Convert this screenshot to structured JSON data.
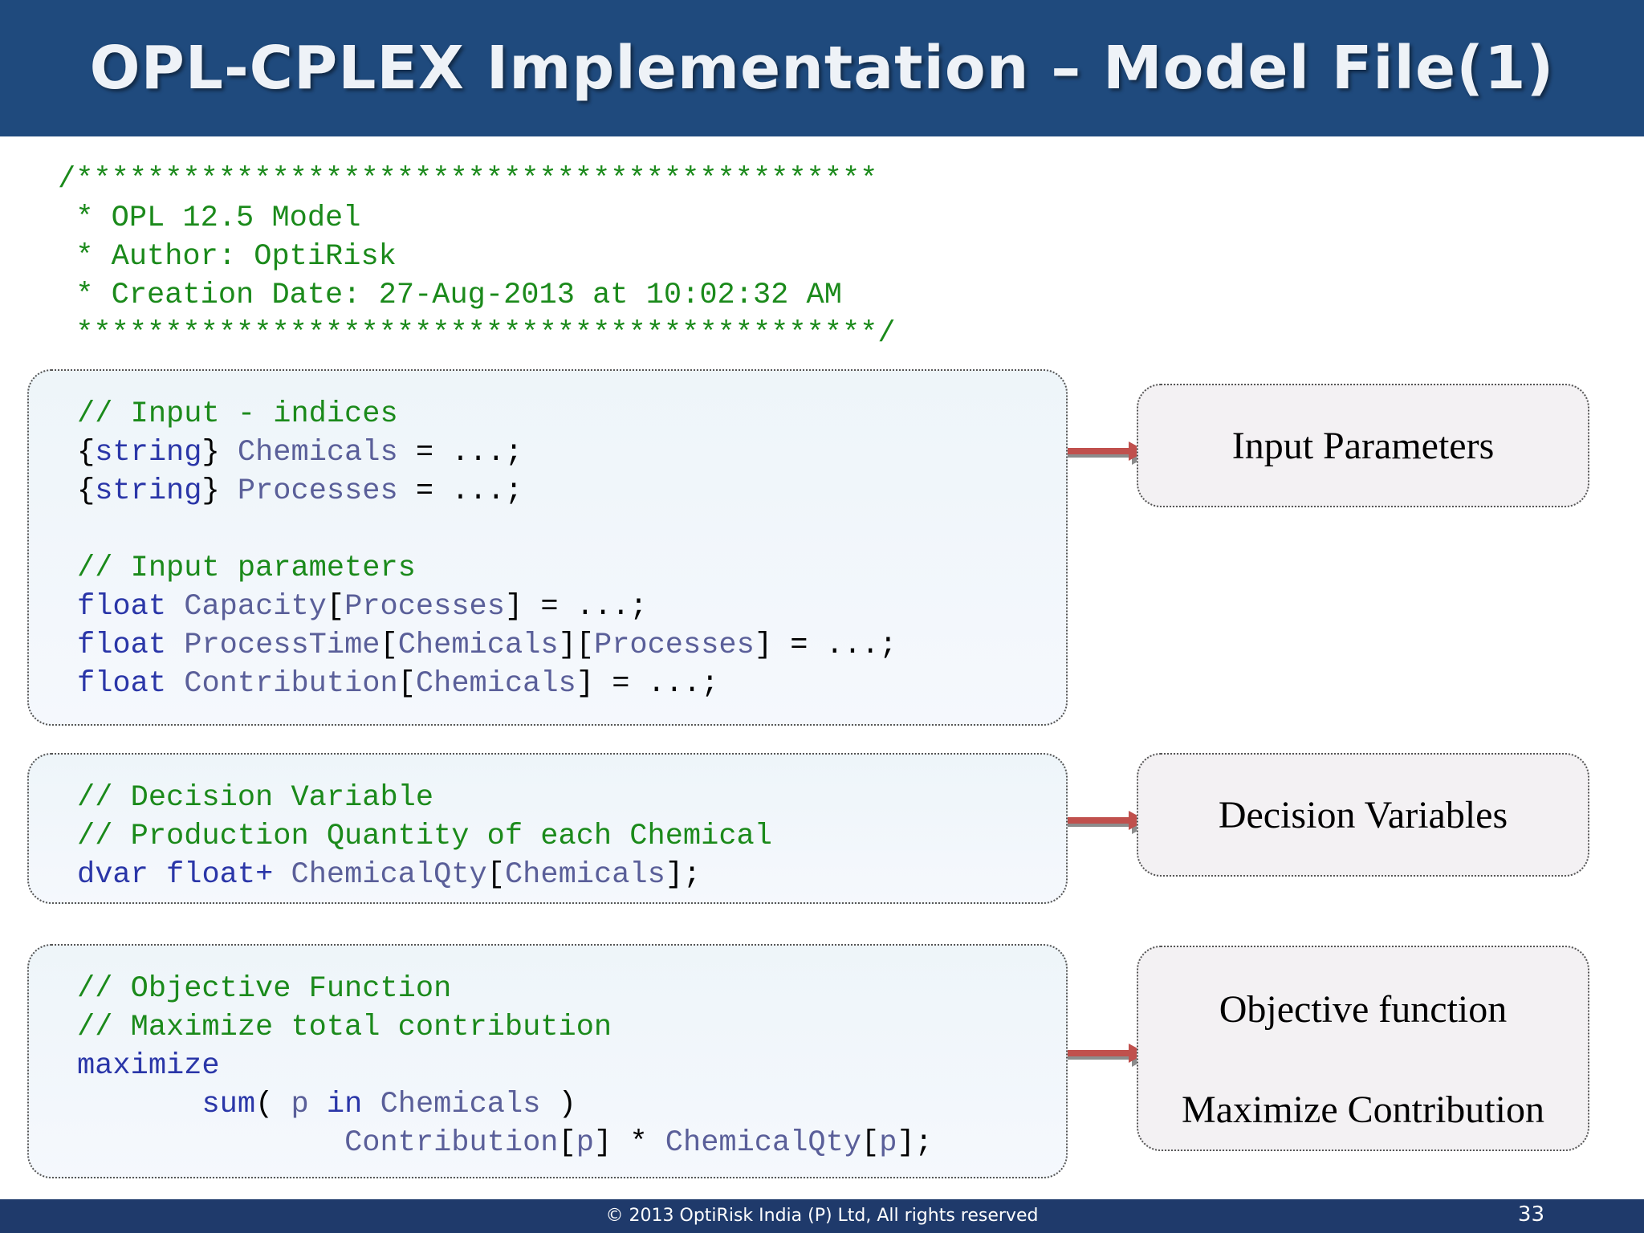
{
  "title": "OPL-CPLEX Implementation – Model File(1)",
  "header_comment": [
    "/*********************************************",
    " * OPL 12.5 Model",
    " * Author: OptiRisk",
    " * Creation Date: 27-Aug-2013 at 10:02:32 AM",
    " *********************************************/"
  ],
  "inputs_block": {
    "comment_indices": "// Input - indices",
    "string_kw": "string",
    "chemicals": "Chemicals",
    "processes": "Processes",
    "assign_ellipsis": " = ...;",
    "comment_params": "// Input parameters",
    "float_kw": "float",
    "capacity": "Capacity",
    "processtime": "ProcessTime",
    "contribution": "Contribution"
  },
  "dvar_block": {
    "comment_1": "// Decision Variable",
    "comment_2": "// Production Quantity of each Chemical",
    "dvar_kw": "dvar",
    "floatplus_kw": "float+",
    "chemicalqty": "ChemicalQty",
    "chemicals": "Chemicals"
  },
  "objective_block": {
    "comment_1": "// Objective Function",
    "comment_2": "// Maximize total contribution",
    "maximize_kw": "maximize",
    "sum_kw": "sum",
    "p": "p",
    "in_kw": "in",
    "chemicals": "Chemicals",
    "contribution": "Contribution",
    "chemicalqty": "ChemicalQty"
  },
  "labels": {
    "inputs": "Input Parameters",
    "dvar": "Decision Variables",
    "objective": "Objective function",
    "objective_sub": "Maximize Contribution"
  },
  "footer": {
    "copyright": "© 2013 OptiRisk India (P) Ltd, All rights reserved",
    "page_number": "33"
  },
  "colors": {
    "header_bg": "#1f4a7d",
    "footer_bg": "#1f3a6b",
    "comment": "#1b8a1b",
    "keyword": "#2a36a8",
    "identifier": "#5a5f99",
    "arrow": "#c0504d"
  }
}
